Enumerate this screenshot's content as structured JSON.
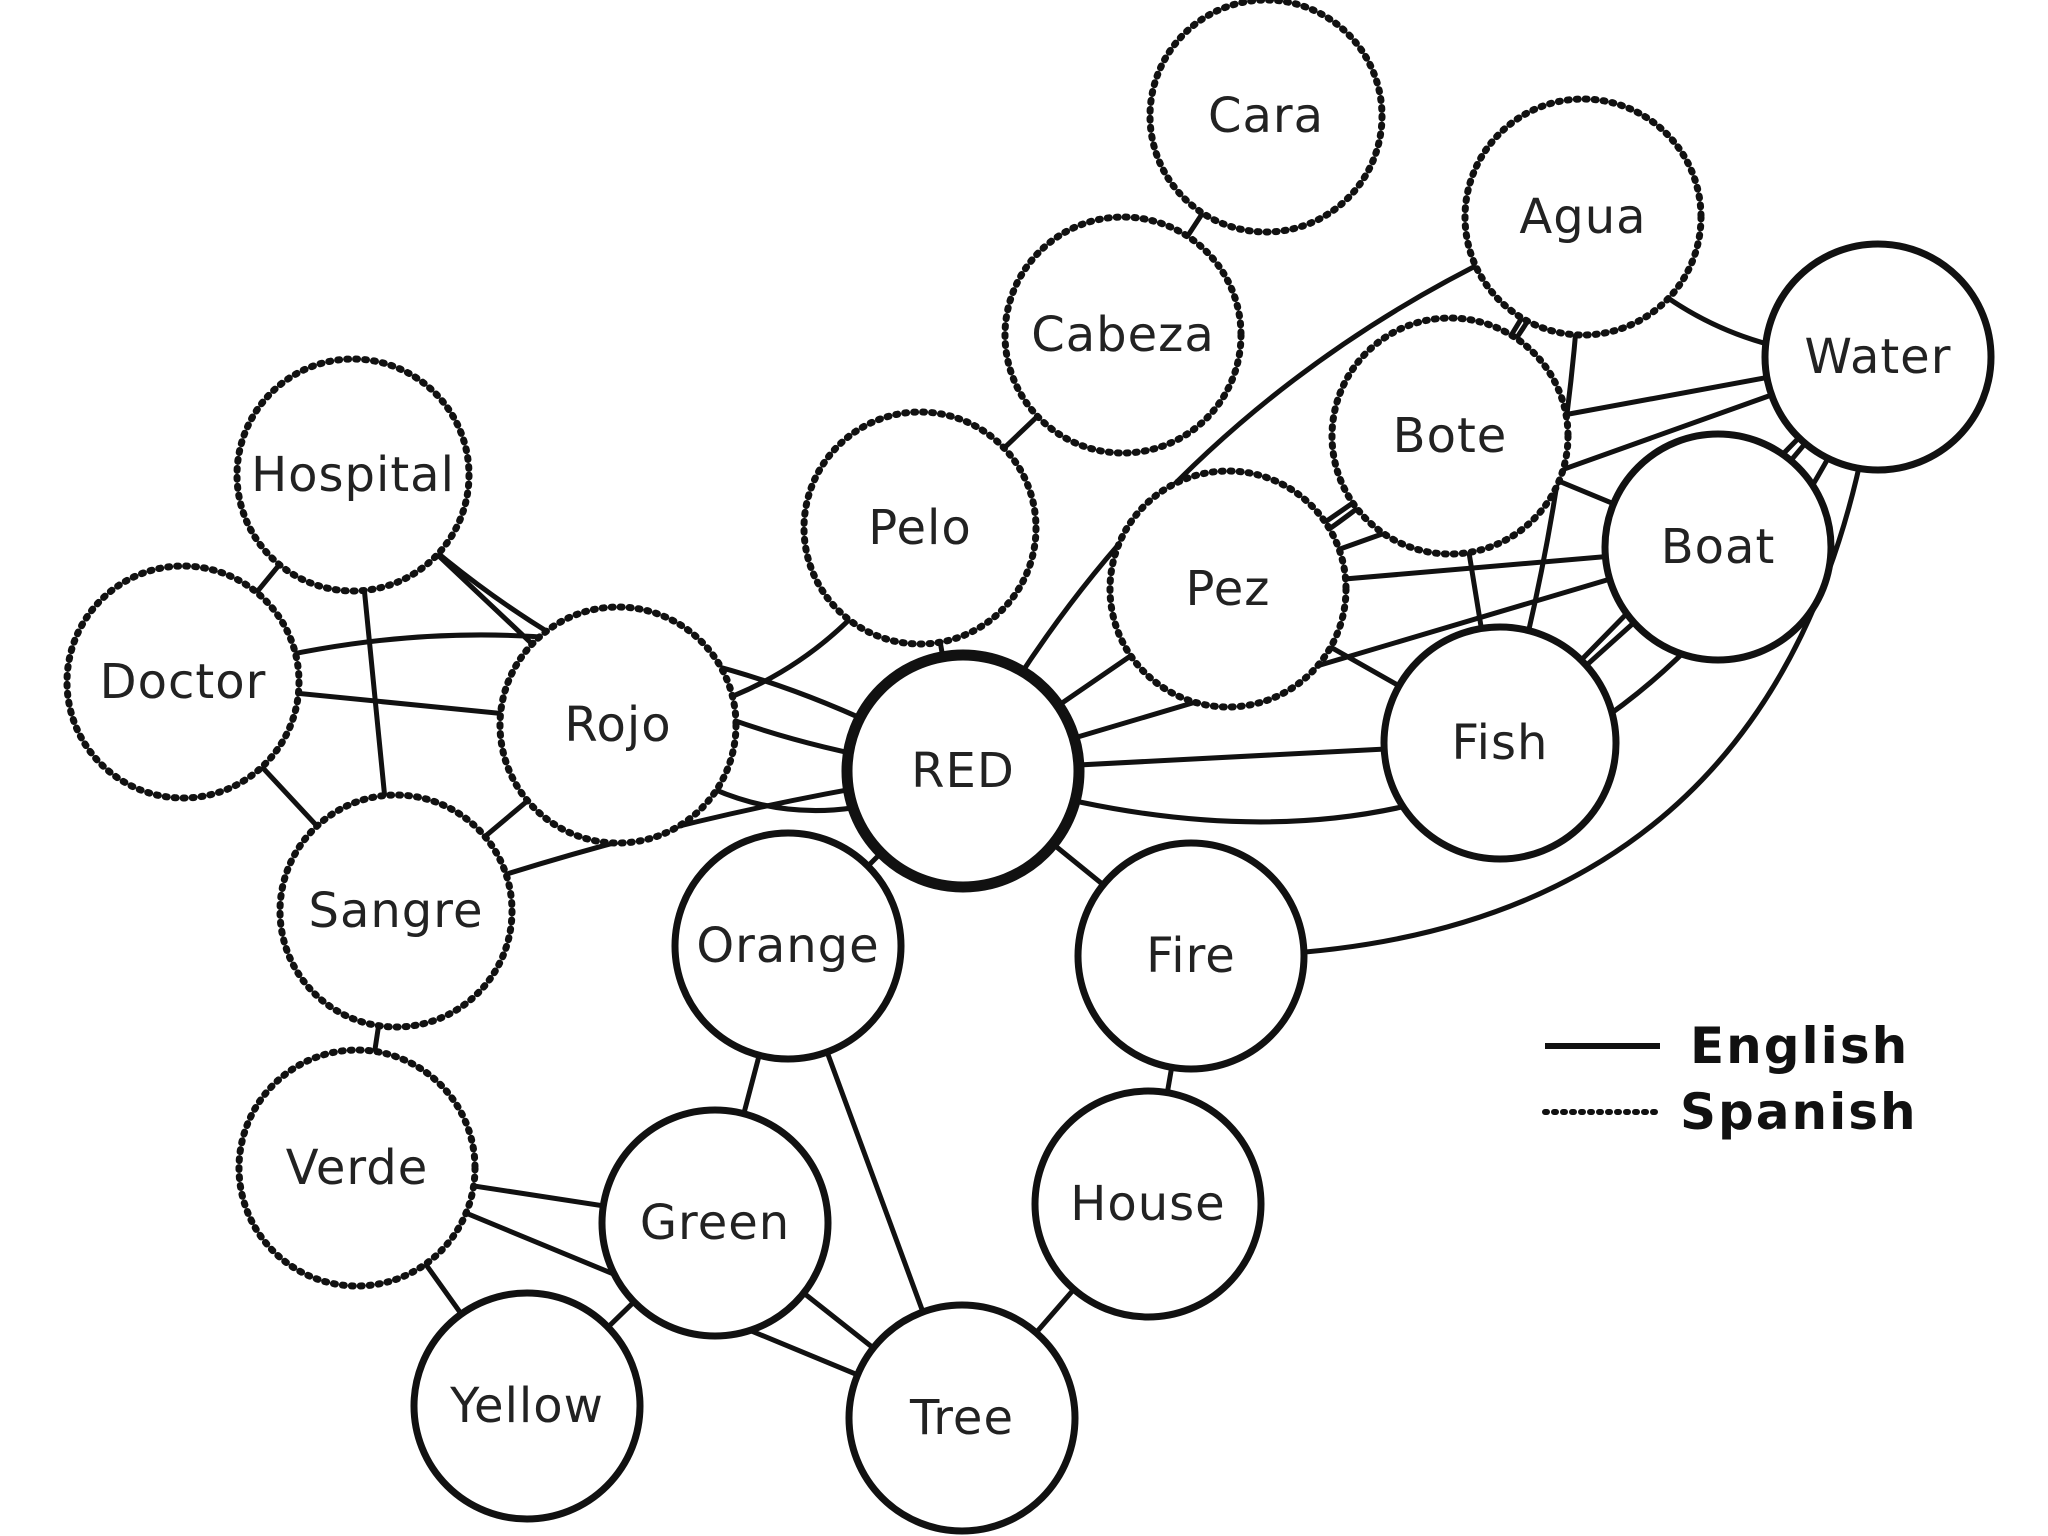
{
  "nodes": {
    "cara": {
      "label": "Cara",
      "language": "spanish"
    },
    "cabeza": {
      "label": "Cabeza",
      "language": "spanish"
    },
    "agua": {
      "label": "Agua",
      "language": "spanish"
    },
    "water": {
      "label": "Water",
      "language": "english"
    },
    "bote": {
      "label": "Bote",
      "language": "spanish"
    },
    "hospital": {
      "label": "Hospital",
      "language": "spanish"
    },
    "pelo": {
      "label": "Pelo",
      "language": "spanish"
    },
    "boat": {
      "label": "Boat",
      "language": "english"
    },
    "pez": {
      "label": "Pez",
      "language": "spanish"
    },
    "doctor": {
      "label": "Doctor",
      "language": "spanish"
    },
    "rojo": {
      "label": "Rojo",
      "language": "spanish"
    },
    "red": {
      "label": "RED",
      "language": "english"
    },
    "fish": {
      "label": "Fish",
      "language": "english"
    },
    "sangre": {
      "label": "Sangre",
      "language": "spanish"
    },
    "orange": {
      "label": "Orange",
      "language": "english"
    },
    "fire": {
      "label": "Fire",
      "language": "english"
    },
    "verde": {
      "label": "Verde",
      "language": "spanish"
    },
    "green": {
      "label": "Green",
      "language": "english"
    },
    "house": {
      "label": "House",
      "language": "english"
    },
    "yellow": {
      "label": "Yellow",
      "language": "english"
    },
    "tree": {
      "label": "Tree",
      "language": "english"
    }
  },
  "edges": [
    [
      "cara",
      "cabeza"
    ],
    [
      "cabeza",
      "pelo"
    ],
    [
      "pelo",
      "rojo"
    ],
    [
      "pelo",
      "red"
    ],
    [
      "hospital",
      "doctor"
    ],
    [
      "hospital",
      "rojo"
    ],
    [
      "hospital",
      "sangre"
    ],
    [
      "hospital",
      "red"
    ],
    [
      "doctor",
      "rojo"
    ],
    [
      "doctor",
      "sangre"
    ],
    [
      "doctor",
      "red"
    ],
    [
      "rojo",
      "red"
    ],
    [
      "rojo",
      "sangre"
    ],
    [
      "sangre",
      "red"
    ],
    [
      "sangre",
      "verde"
    ],
    [
      "red",
      "orange"
    ],
    [
      "red",
      "fire"
    ],
    [
      "red",
      "pez"
    ],
    [
      "red",
      "agua"
    ],
    [
      "red",
      "fish"
    ],
    [
      "red",
      "boat"
    ],
    [
      "red",
      "water"
    ],
    [
      "agua",
      "pez"
    ],
    [
      "agua",
      "bote"
    ],
    [
      "agua",
      "fish"
    ],
    [
      "agua",
      "water"
    ],
    [
      "bote",
      "pez"
    ],
    [
      "bote",
      "water"
    ],
    [
      "bote",
      "boat"
    ],
    [
      "bote",
      "fish"
    ],
    [
      "pez",
      "water"
    ],
    [
      "pez",
      "boat"
    ],
    [
      "pez",
      "fish"
    ],
    [
      "water",
      "boat"
    ],
    [
      "water",
      "fish"
    ],
    [
      "boat",
      "fish"
    ],
    [
      "fire",
      "water"
    ],
    [
      "fire",
      "house"
    ],
    [
      "house",
      "tree"
    ],
    [
      "orange",
      "green"
    ],
    [
      "orange",
      "tree"
    ],
    [
      "verde",
      "green"
    ],
    [
      "verde",
      "yellow"
    ],
    [
      "verde",
      "tree"
    ],
    [
      "green",
      "yellow"
    ],
    [
      "green",
      "tree"
    ]
  ],
  "legend": {
    "english": "English",
    "spanish": "Spanish"
  },
  "colors": {
    "stroke": "#111111",
    "background": "#ffffff"
  }
}
